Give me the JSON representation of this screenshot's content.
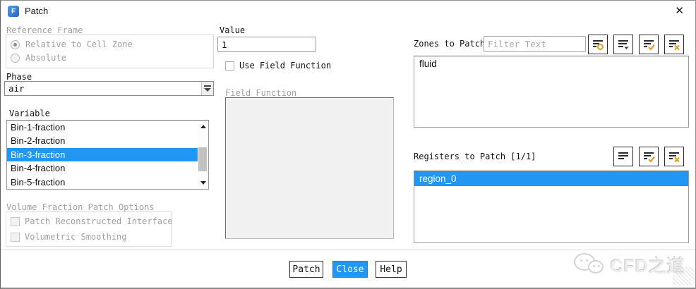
{
  "window": {
    "title": "Patch",
    "icon_letter": "F",
    "close_glyph": "✕"
  },
  "left": {
    "reference_frame": {
      "label": "Reference Frame",
      "options": [
        {
          "label": "Relative to Cell Zone",
          "selected": true,
          "enabled": false
        },
        {
          "label": "Absolute",
          "selected": false,
          "enabled": false
        }
      ]
    },
    "phase": {
      "label": "Phase",
      "value": "air"
    },
    "variable": {
      "label": "Variable",
      "items": [
        "Bin-1-fraction",
        "Bin-2-fraction",
        "Bin-3-fraction",
        "Bin-4-fraction",
        "Bin-5-fraction"
      ],
      "selected_index": 2
    },
    "volume_fraction_patch_options": {
      "label": "Volume Fraction Patch Options",
      "options": [
        {
          "label": "Patch Reconstructed Interface",
          "checked": false,
          "enabled": false
        },
        {
          "label": "Volumetric Smoothing",
          "checked": false,
          "enabled": false
        }
      ]
    }
  },
  "middle": {
    "value": {
      "label": "Value",
      "text": "1"
    },
    "use_field_function": {
      "label": "Use Field Function",
      "checked": false
    },
    "field_function": {
      "label": "Field Function",
      "items": []
    }
  },
  "right": {
    "zones": {
      "label": "Zones to Patch",
      "filter_placeholder": "Filter Text",
      "toolbar_icons": [
        "filter-icon",
        "sort-dropdown-icon",
        "select-all-icon",
        "deselect-all-icon"
      ],
      "items": [
        "fluid"
      ]
    },
    "registers": {
      "label": "Registers to Patch [1/1]",
      "toolbar_icons": [
        "list-icon",
        "select-all-icon",
        "deselect-all-icon"
      ],
      "items": [
        "region_0"
      ],
      "selected_index": 0
    }
  },
  "footer": {
    "buttons": [
      {
        "label": "Patch",
        "primary": false
      },
      {
        "label": "Close",
        "primary": true
      },
      {
        "label": "Help",
        "primary": false
      }
    ]
  },
  "watermark": {
    "text": "CFD之道"
  },
  "colors": {
    "selection_blue": "#2196f3",
    "accent_orange": "#dd9d23",
    "close_button_blue": "#2196f3",
    "disabled_text": "#a0a0a0"
  }
}
